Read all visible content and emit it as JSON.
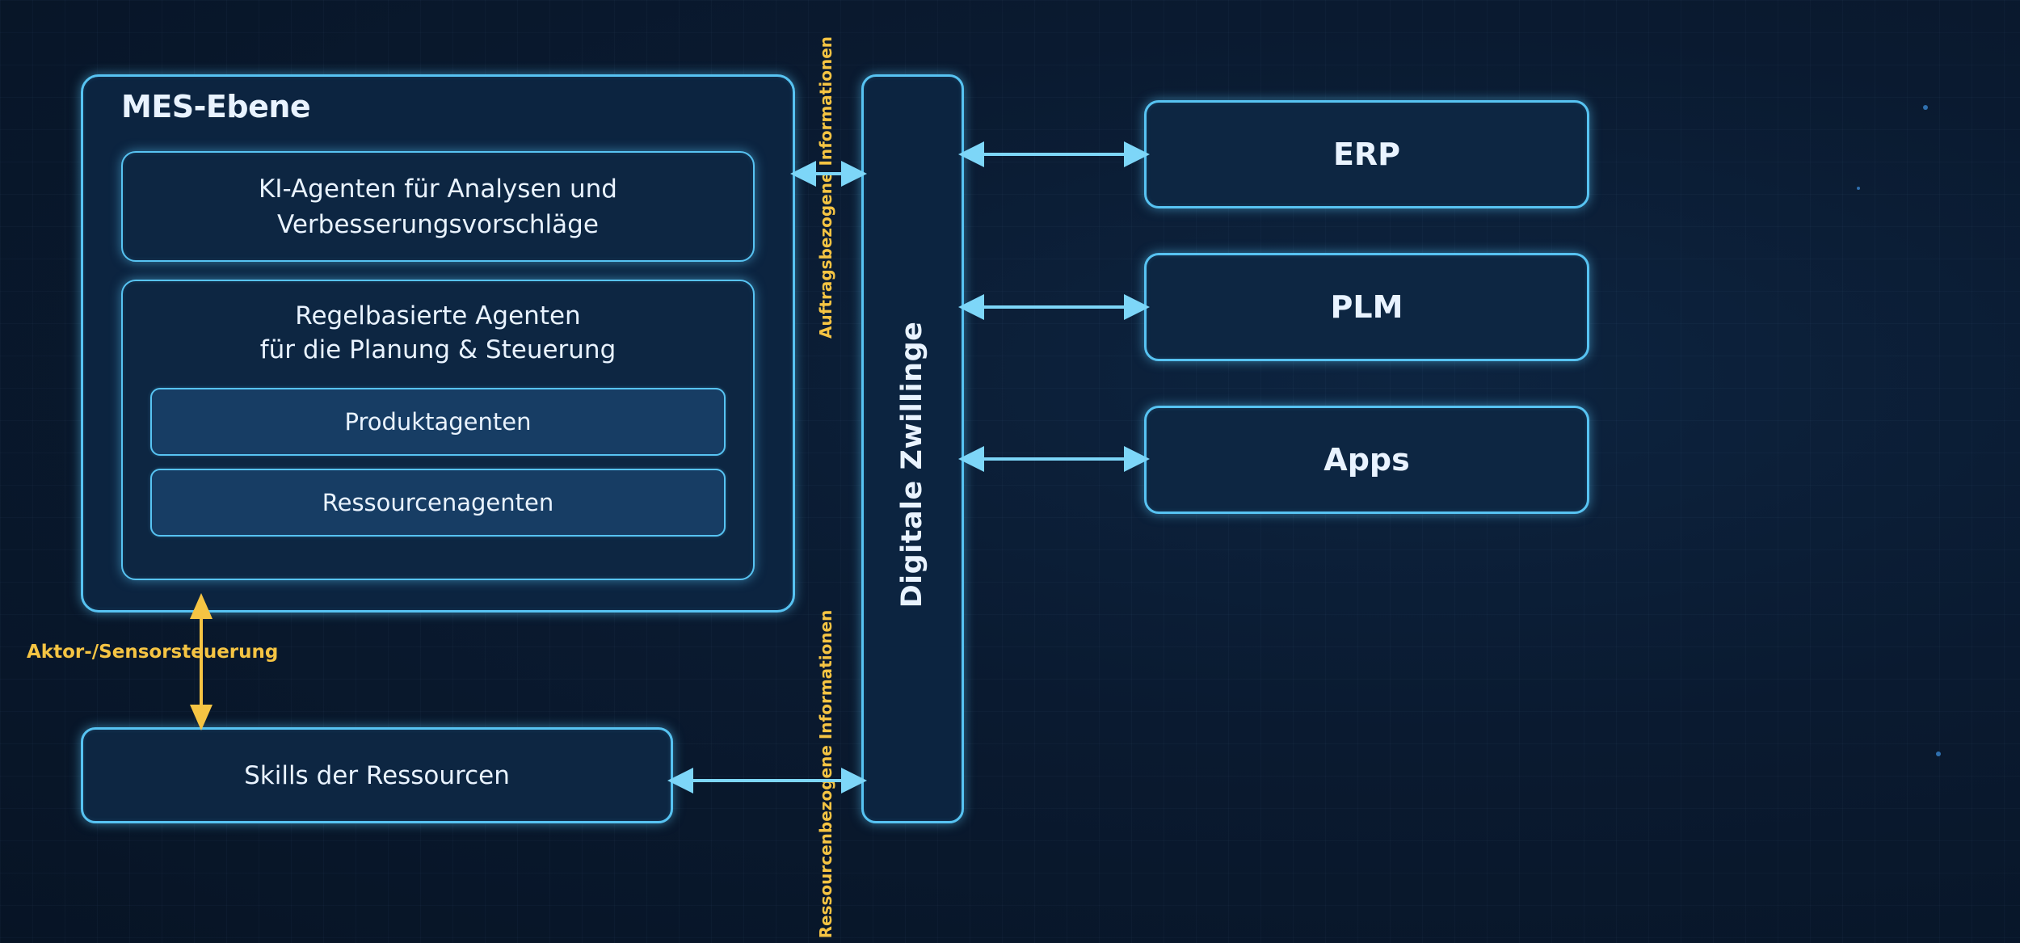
{
  "mes": {
    "title": "MES-Ebene",
    "ki_line1": "KI-Agenten für Analysen und",
    "ki_line2": "Verbesserungsvorschläge",
    "rule_line1": "Regelbasierte Agenten",
    "rule_line2": "für die Planung & Steuerung",
    "produkt": "Produktagenten",
    "ressource": "Ressourcenagenten"
  },
  "skills": "Skills der Ressourcen",
  "twin": "Digitale Zwillinge",
  "systems": {
    "erp": "ERP",
    "plm": "PLM",
    "apps": "Apps"
  },
  "labels": {
    "auftrag": "Auftragsbezogene Informationen",
    "ressource": "Ressourcenbezogene Informationen",
    "aktor": "Aktor-/Sensorsteuerung"
  },
  "colors": {
    "accent": "#57c3f2",
    "arrow_blue": "#7dd6f8",
    "arrow_yellow": "#f5c443",
    "background": "#0a1a30"
  }
}
